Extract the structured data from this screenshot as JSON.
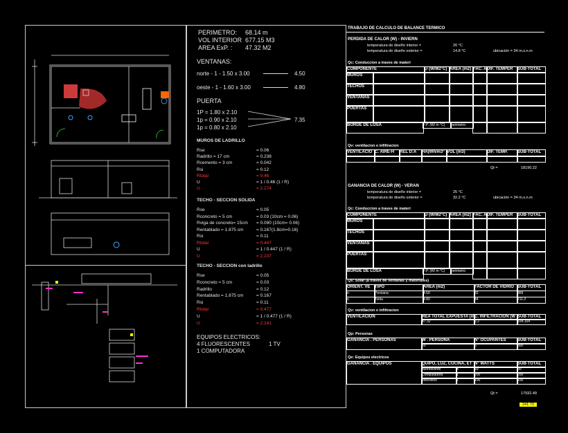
{
  "summary": {
    "perimetro_label": "PERIMETRO:",
    "perimetro_val": "68.14 m",
    "vol_label": "VOL INTERIOR",
    "vol_val": "677.15 M3",
    "area_label": "AREA ExP. :",
    "area_val": "47.32 M2"
  },
  "ventanas": {
    "title": "VENTANAS:",
    "norte": "norte - 1 - 1.50 x 3.00",
    "norte_val": "4.50",
    "oeste": "oeste - 1 - 1.60 x 3.00",
    "oeste_val": "4.80"
  },
  "puerta": {
    "title": "PUERTA",
    "p1": "1P = 1.80 x 2.10",
    "p2": "1p = 0.90 x 2.10",
    "p3": "1p = 0.80 x 2.10",
    "total": "7.35"
  },
  "muros": {
    "title": "MUROS DE LADRILLO",
    "rows": [
      [
        "Rse",
        "= 0.06"
      ],
      [
        "Radrillo = 17 cm",
        "= 0.238"
      ],
      [
        "Rcemento = 3 cm",
        "= 0.042"
      ],
      [
        "Rsi",
        "= 0.12"
      ],
      [
        "Rtotal",
        "= 0.46"
      ],
      [
        "U",
        "= 1 / 0.46 (1 / R)"
      ],
      [
        "U",
        "= 2.174"
      ]
    ]
  },
  "techo_solida": {
    "title": "TECHO - SECCION SOLIDA",
    "rows": [
      [
        "Rse",
        "= 0.05"
      ],
      [
        "Rconcreto = 5 cm",
        "= 0.03 (10cm = 0.06)"
      ],
      [
        "Rviga de concreto= 15cm",
        "= 0.090 (10cm= 0.06)"
      ],
      [
        "Rentablado = 1.875 cm",
        "= 0.167(1.8cm=0.16)"
      ],
      [
        "Rsi",
        "= 0.11"
      ],
      [
        "Rtotal",
        "= 0.447"
      ],
      [
        "U",
        "= 1 / 0.447 (1 / R)"
      ],
      [
        "U",
        "= 2.237"
      ]
    ]
  },
  "techo_ladrillo": {
    "title": "TECHO - SECCION con ladrillo",
    "rows": [
      [
        "Rse",
        "= 0.05"
      ],
      [
        "Rconcreto = 5 cm",
        "= 0.03"
      ],
      [
        "Radrillo",
        "= 0.12"
      ],
      [
        "Rentablado = 1.875 cm",
        "= 0.167"
      ],
      [
        "Rsi",
        "= 0.11"
      ],
      [
        "Rtotal",
        "= 0.477"
      ],
      [
        "U",
        "= 1 / 0.477 (1 / R)"
      ],
      [
        "U",
        "= 2.141"
      ]
    ]
  },
  "equipos": {
    "title": "EQUIPOS ELECTRICOS:",
    "line1": "4 FLUORESCENTES",
    "line1b": "1 TV",
    "line2": "1 COMPUTADORA"
  },
  "sheet": {
    "title": "TRABAJO DE CALCULO DE BALANCE TERMICO",
    "perdida": "PERDIDA DE CALOR (W) - INVIERN",
    "temp_int": "temperatura de diseño interior =",
    "temp_int_v": "20 °C",
    "temp_ext": "temperatura de diseño exterior =",
    "temp_ext_v": "14.8 °C",
    "ubicacion": "ubicación = 34 m.s.n.m",
    "qc1": "Qc: Conduccion a traves de materi",
    "headers": [
      "COMPONENTE",
      "U (W/M2°C)",
      "AREA (m2)",
      "FAC. AJU",
      "DIF. TEMPER",
      "SUB-TOTAL"
    ],
    "muros": "MUROS",
    "techos": "TECHOS",
    "ventanas": "VENTANAS",
    "puertas": "PUERTAS",
    "borde": "BORDE DE LOSA",
    "fp": "F.P. (W/ m °C)",
    "perimetro": "perimetro",
    "qv1": "Qv: ventilacion e infiltracion",
    "vent_hdr": [
      "VENTILACIO",
      "C. AIRE-H",
      "REL D:A",
      "HA(Wh/m3°",
      "VOL (m3)",
      "DIF. TEMP.",
      "SUB-TOTAL"
    ],
    "qt1": "Qt =",
    "qt1_v": "18190.22",
    "ganancia": "GANANCIA DE CALOR (W) - VERAN",
    "temp_int2_v": "25 °C",
    "temp_ext2_v": "32.2 °C",
    "qs": "Qs: Solar (a traves de ventanas y materiales)",
    "solar_hdr": [
      "ORIENT. VE",
      "TIPO",
      "AREA (m2)",
      "FACTOR DE VIDRIO",
      "SUB-TOTAL"
    ],
    "solar_rows": [
      [
        "n",
        "Persiana",
        "4.50",
        "82",
        "369"
      ],
      [
        "o",
        "Tolda",
        "4.80",
        "44",
        "211.2"
      ]
    ],
    "ventilacion": "VENTILACION",
    "vent2_hdr": [
      "REA TOTAL EXPUESTA (m",
      "C. INFILTRACION (W",
      "SUB-TOTAL"
    ],
    "vent2_vals": [
      "47.32",
      "2.2",
      "104.104"
    ],
    "qp": "Qp: Personas",
    "pers_label": "GANANCIA . PERSONAS",
    "pers_hdr": [
      "W . PERSONA",
      "N° OCUPANTES",
      "SUB-TOTAL"
    ],
    "pers_vals": [
      "60",
      "5",
      "300"
    ],
    "qe": "Qe: Equipos electricos",
    "eq_label": "GANANCIA . EQUIPOS",
    "eq_hdr": [
      "QUIPO, LUZ, COCINA, ET",
      "N° WATTS",
      "SUB-TOTAL"
    ],
    "eq_rows": [
      [
        "fluorescente",
        "4",
        "20",
        "80"
      ],
      [
        "Computadora",
        "1",
        "200",
        "200"
      ],
      [
        "Televisión",
        "1",
        "100",
        "100"
      ]
    ],
    "qt2": "Qt =",
    "qt2_v": "17932.49",
    "final_v": "241.73"
  }
}
